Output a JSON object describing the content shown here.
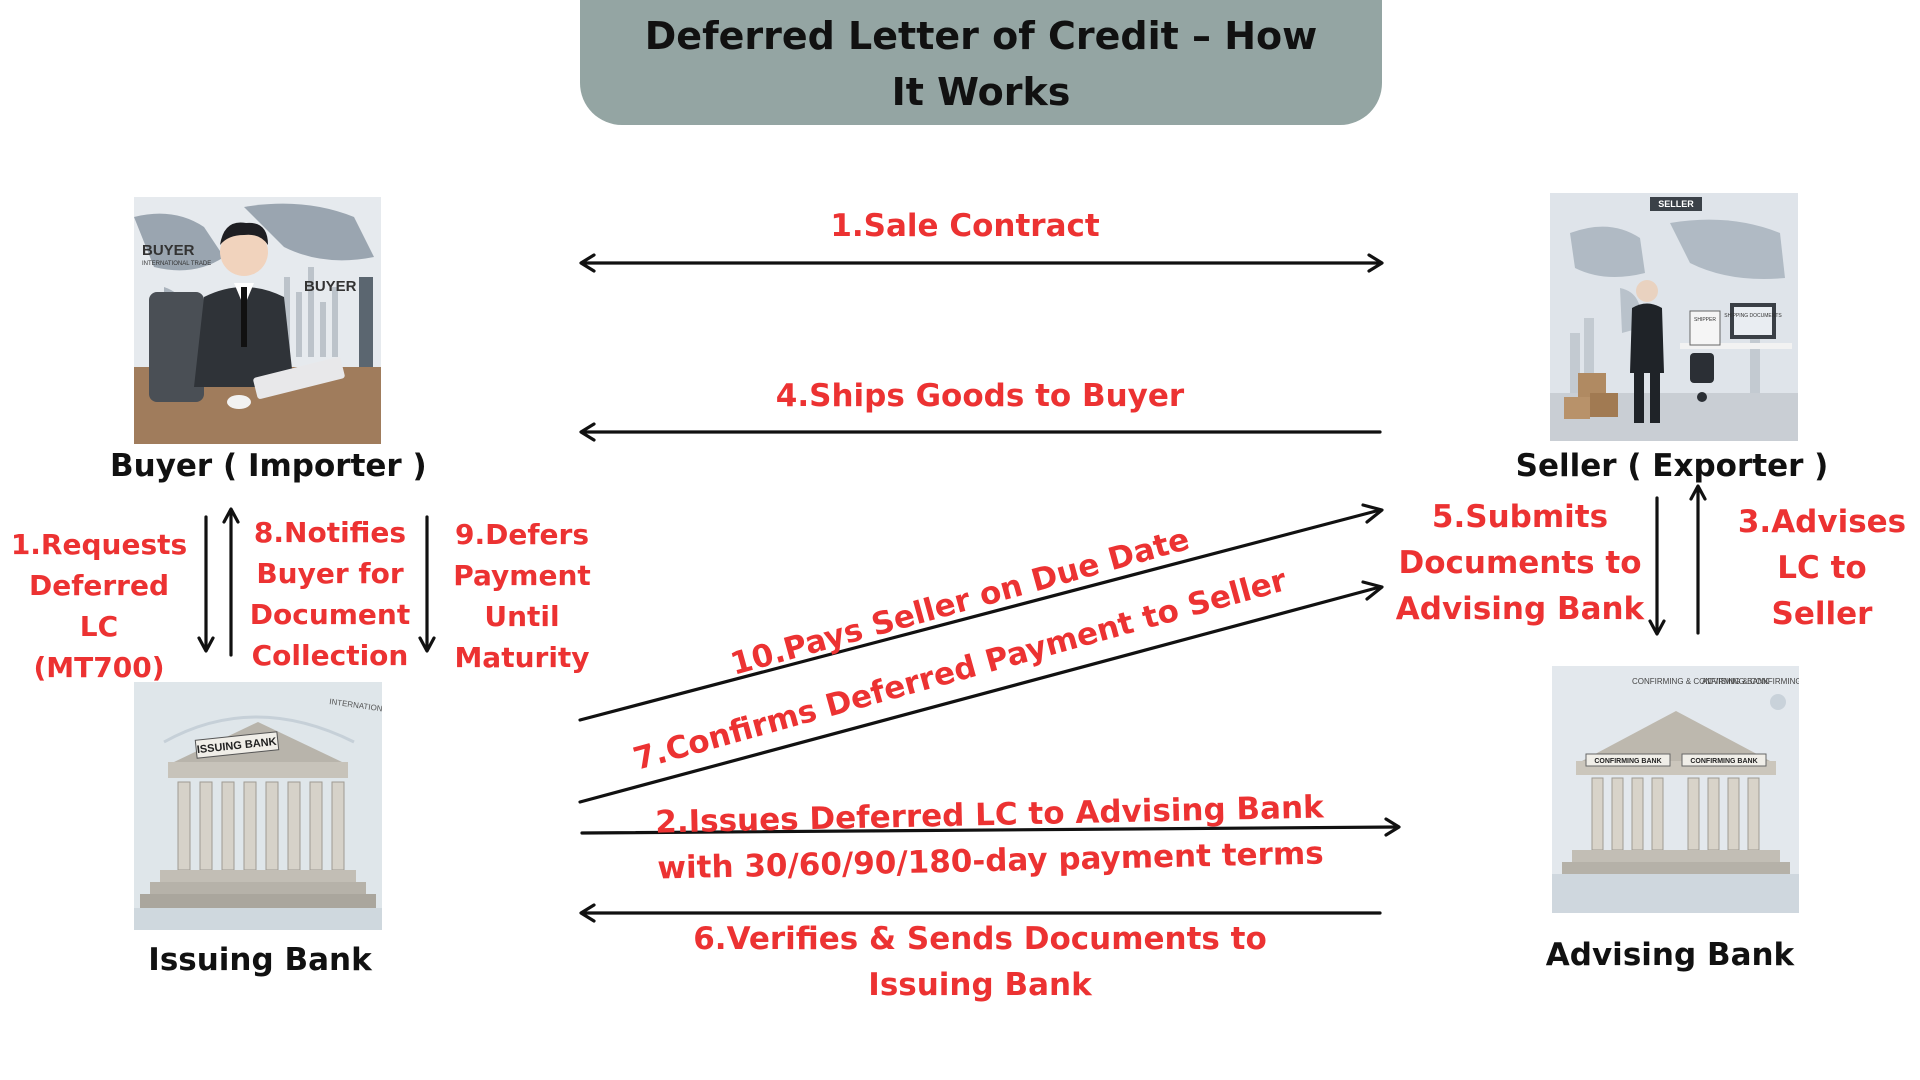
{
  "title": "Deferred Letter of Credit – How It Works",
  "parties": {
    "buyer": "Buyer ( Importer )",
    "seller": "Seller ( Exporter )",
    "issuing_bank": "Issuing Bank",
    "advising_bank": "Advising Bank"
  },
  "image_text": {
    "buyer_sign": "BUYER",
    "buyer_sign_small": "BUYER",
    "buyer_sign_sub": "INTERNATIONAL TRADE",
    "seller_sign": "SELLER",
    "seller_shipping": "SHIPPING DOCUMENTS",
    "seller_shipper": "SHIPPER",
    "issuing_sign": "ISSUING BANK",
    "issuing_bg": "INTERNATIONAL TRA TRADE FINANCE",
    "confirm_sign": "CONFIRMING BANK",
    "confirm_sign2": "CONFIRMING BANK",
    "confirm_bg1": "CONFIRMING & CONFIRMING BANK",
    "confirm_bg2": "ADVISING & CONFIRMING BANK"
  },
  "steps": {
    "s1_contract": "1.Sale Contract",
    "s1_request": "1.Requests\nDeferred\nLC (MT700)",
    "s2": "2.Issues Deferred LC to Advising Bank\nwith 30/60/90/180-day payment terms",
    "s3": "3.Advises\nLC to\nSeller",
    "s4": "4.Ships Goods to Buyer",
    "s5": "5.Submits\nDocuments to\nAdvising Bank",
    "s6": "6.Verifies & Sends Documents to\nIssuing Bank",
    "s7": "7.Confirms Deferred Payment to Seller",
    "s8": "8.Notifies\nBuyer for\nDocument\nCollection",
    "s9": "9.Defers\nPayment\nUntil\nMaturity",
    "s10": "10.Pays Seller on Due Date"
  },
  "colors": {
    "title_bg": "#94a5a3",
    "step_text": "#ec3232",
    "party_text": "#111111",
    "arrow": "#111111"
  }
}
